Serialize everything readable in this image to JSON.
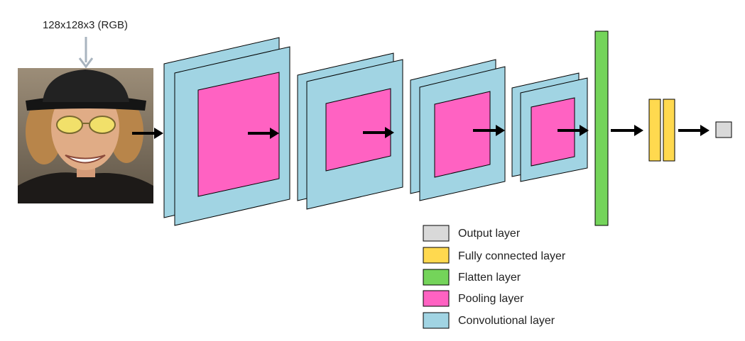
{
  "input": {
    "label": "128x128x3 (RGB)"
  },
  "legend": [
    {
      "label": "Output layer",
      "color": "#d9d9d9"
    },
    {
      "label": "Fully connected layer",
      "color": "#ffd94f"
    },
    {
      "label": "Flatten layer",
      "color": "#74d45a"
    },
    {
      "label": "Pooling layer",
      "color": "#ff62c2"
    },
    {
      "label": "Convolutional layer",
      "color": "#a1d4e3"
    }
  ],
  "colors": {
    "convolutional": "#a1d4e3",
    "pooling": "#ff62c2",
    "flatten": "#74d45a",
    "fully_connected": "#ffd94f",
    "output": "#d9d9d9",
    "input_arrow": "#a9b4bf",
    "flow_arrow": "#000000"
  },
  "icons": {
    "input_image": "face-photo-icon"
  }
}
